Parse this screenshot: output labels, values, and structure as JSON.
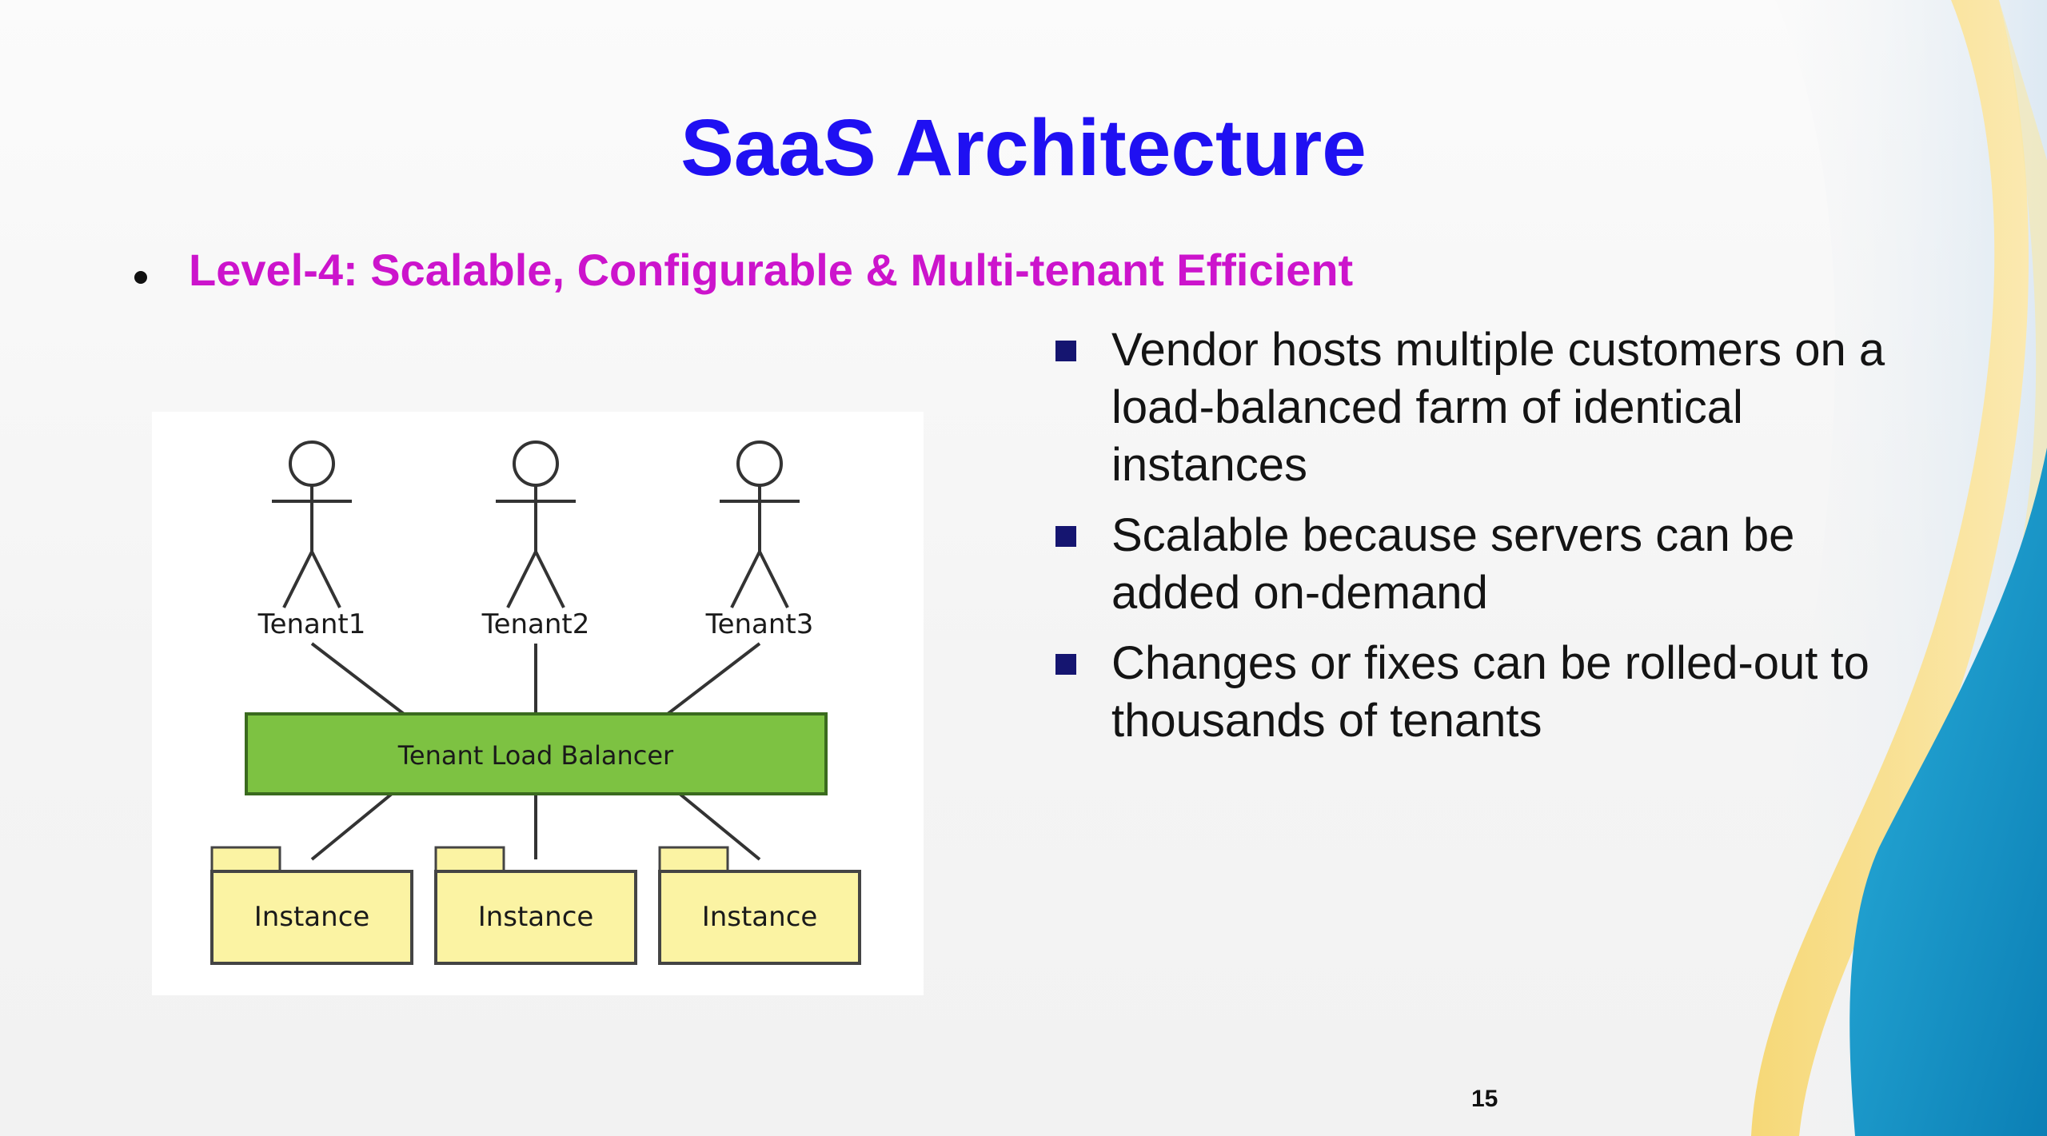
{
  "slide": {
    "title": "SaaS Architecture",
    "subtitle": "Level-4: Scalable, Configurable & Multi-tenant Efficient",
    "bullets": [
      "Vendor hosts multiple customers on a load-balanced farm of identical instances",
      "Scalable because servers can be added on-demand",
      "Changes or fixes can be rolled-out to thousands of tenants"
    ],
    "page_number": "15"
  },
  "diagram": {
    "tenants": [
      "Tenant1",
      "Tenant2",
      "Tenant3"
    ],
    "load_balancer": "Tenant Load Balancer",
    "instances": [
      "Instance",
      "Instance",
      "Instance"
    ]
  },
  "colors": {
    "title": "#1f10f2",
    "subtitle": "#cc14cc",
    "bullet_marker": "#151570",
    "load_balancer_fill": "#7dc242",
    "instance_fill": "#fbf3a3",
    "wave_yellow": "#f7dd80",
    "wave_blue": "#1499c7"
  },
  "icons": [
    "person-icon",
    "folder-icon"
  ]
}
